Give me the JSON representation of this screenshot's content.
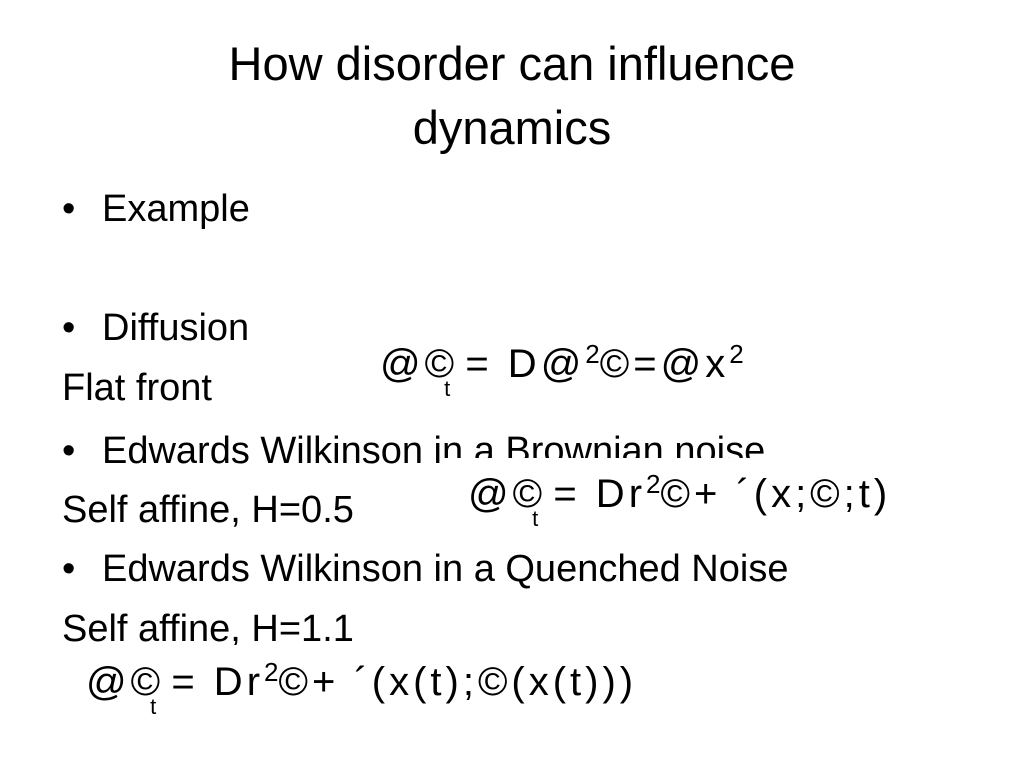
{
  "slide": {
    "title_line1": "How disorder can influence",
    "title_line2": "dynamics",
    "bullet_char": "•",
    "item1": "Example",
    "item2": "Diffusion",
    "item2_sub": "Flat front",
    "item3": "Edwards Wilkinson in a Brownian noise",
    "item3_sub": "Self affine, H=0.5",
    "item4": "Edwards Wilkinson in a Quenched Noise",
    "item4_sub": "Self affine, H=1.1"
  },
  "equations": {
    "eq1": {
      "a": "@©",
      "sub": "t",
      "b": "= D@",
      "sup": "2",
      "c": "©=@x",
      "sup2": "2"
    },
    "eq2": {
      "a": "@©",
      "sub": "t",
      "b": "= Dr",
      "sup": "2",
      "c": "©+ ´(x;©;t)"
    },
    "eq3": {
      "a": "@©",
      "sub": "t",
      "b": "= Dr",
      "sup": "2",
      "c": "©+ ´(x(t);©(x(t)))"
    }
  }
}
